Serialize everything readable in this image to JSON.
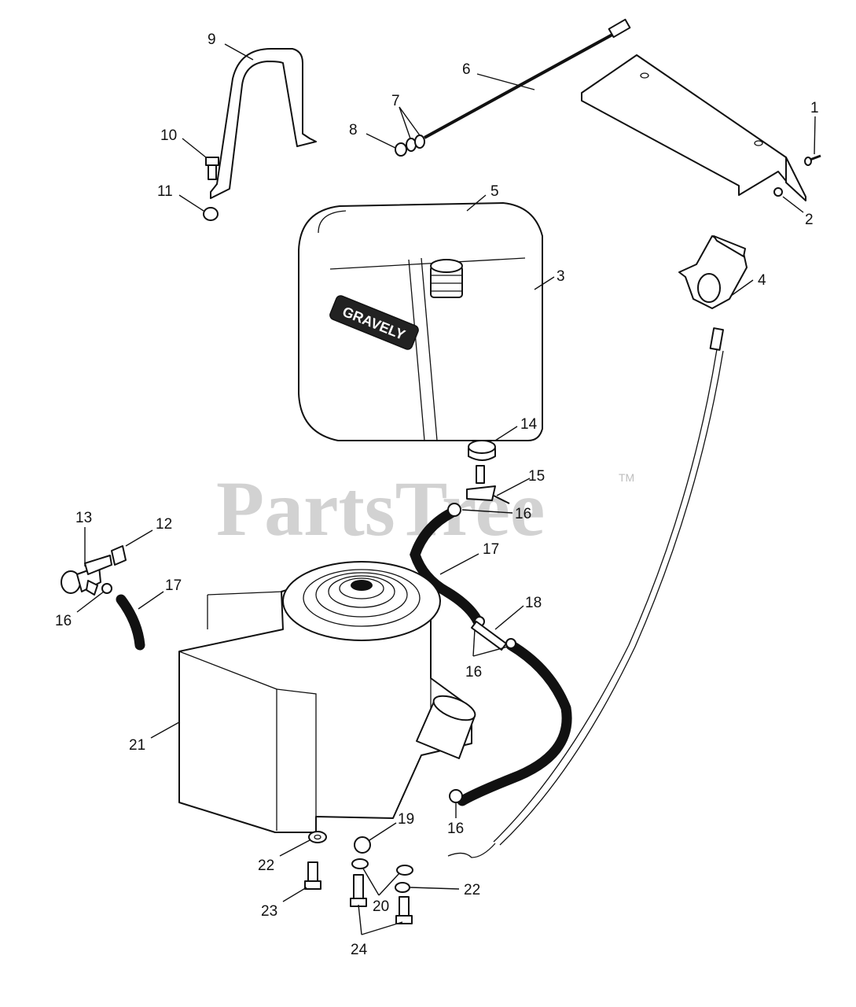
{
  "watermark": {
    "text": "PartsTree",
    "tm": "TM"
  },
  "tank_brand": "GRAVELY",
  "callouts": [
    {
      "label": "1"
    },
    {
      "label": "2"
    },
    {
      "label": "3"
    },
    {
      "label": "4"
    },
    {
      "label": "5"
    },
    {
      "label": "6"
    },
    {
      "label": "7"
    },
    {
      "label": "8"
    },
    {
      "label": "9"
    },
    {
      "label": "10"
    },
    {
      "label": "11"
    },
    {
      "label": "12"
    },
    {
      "label": "13"
    },
    {
      "label": "14"
    },
    {
      "label": "15"
    },
    {
      "label": "16"
    },
    {
      "label": "16"
    },
    {
      "label": "16"
    },
    {
      "label": "16"
    },
    {
      "label": "17"
    },
    {
      "label": "17"
    },
    {
      "label": "18"
    },
    {
      "label": "19"
    },
    {
      "label": "20"
    },
    {
      "label": "21"
    },
    {
      "label": "22"
    },
    {
      "label": "22"
    },
    {
      "label": "23"
    },
    {
      "label": "24"
    }
  ]
}
